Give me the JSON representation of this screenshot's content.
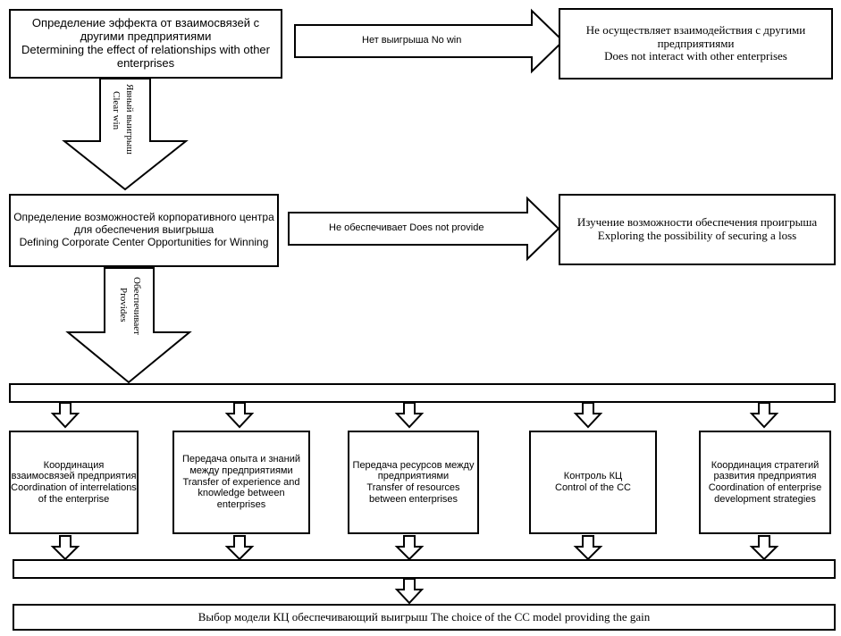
{
  "top_box": {
    "ru": "Определение эффекта от взаимосвязей с другими предприятиями",
    "en": "Determining the effect of relationships with other enterprises"
  },
  "no_interact_box": {
    "ru": "Не осуществляет взаимодействия с другими предприятиями",
    "en": "Does not interact with other enterprises"
  },
  "arrow_no_win": "Нет выигрыша No win",
  "arrow_clear_win_ru": "Явный выигрыш",
  "arrow_clear_win_en": "Clear win",
  "cc_box": {
    "ru": "Определение возможностей корпоративного центра для обеспечения выигрыша",
    "en": "Defining Corporate Center Opportunities for Winning"
  },
  "arrow_does_not_provide": "Не обеспечивает Does not provide",
  "loss_box": {
    "ru": "Изучение возможности обеспечения проигрыша",
    "en": "Exploring the possibility of securing a loss"
  },
  "arrow_provides_ru": "Обеспечивает",
  "arrow_provides_en": "Provides",
  "functions": [
    {
      "ru": "Координация взаимосвязей предприятия",
      "en": "Coordination of interrelations of the enterprise"
    },
    {
      "ru": "Передача опыта и знаний между предприятиями",
      "en": "Transfer of experience and knowledge between enterprises"
    },
    {
      "ru": "Передача ресурсов между предприятиями",
      "en": "Transfer of resources between enterprises"
    },
    {
      "ru": "Контроль КЦ",
      "en": "Control of the CC"
    },
    {
      "ru": "Координация стратегий развития предприятия",
      "en": "Coordination of enterprise development strategies"
    }
  ],
  "result_box": "Выбор модели КЦ обеспечивающий выигрыш The choice of the CC model providing the gain"
}
